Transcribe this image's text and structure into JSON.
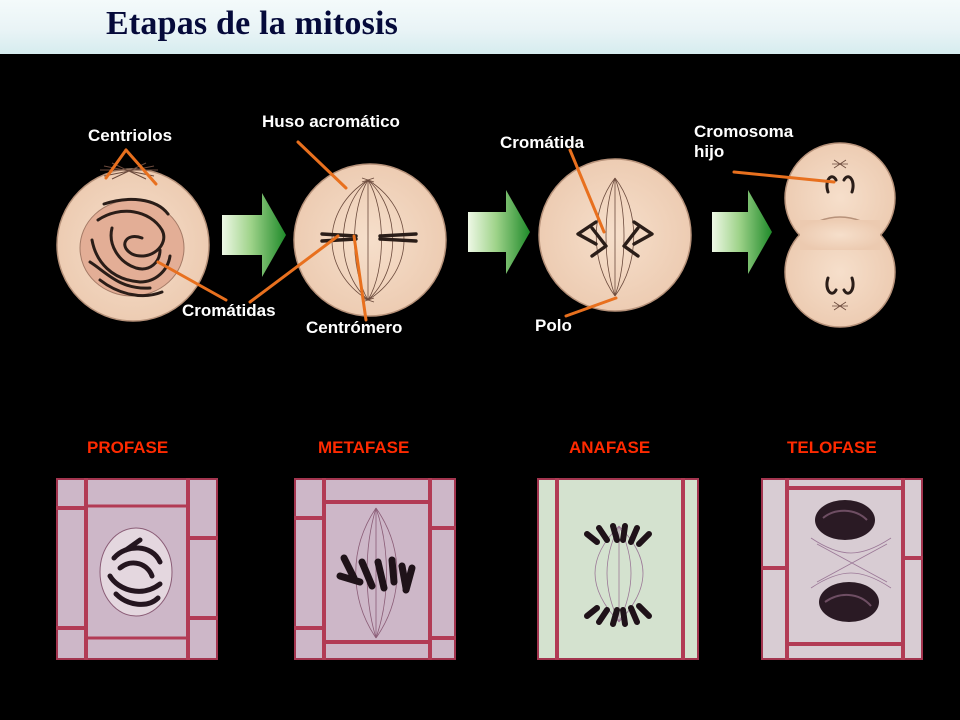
{
  "title": "Etapas de la mitosis",
  "labels": {
    "centriolos": "Centriolos",
    "huso": "Huso acromático",
    "cromatidas": "Cromátidas",
    "centromero": "Centrómero",
    "cromatida": "Cromátida",
    "polo": "Polo",
    "cromosoma_line1": "Cromosoma",
    "cromosoma_line2": "hijo"
  },
  "phases": [
    "PROFASE",
    "METAFASE",
    "ANAFASE",
    "TELOFASE"
  ],
  "colors": {
    "background": "#000000",
    "title": "#050a3a",
    "label_text": "#ffffff",
    "phase_text": "#ff2a00",
    "leader_line": "#e8701e",
    "cell_fill": "#f3d7bf",
    "arrow_green": "#2e9a2e"
  }
}
